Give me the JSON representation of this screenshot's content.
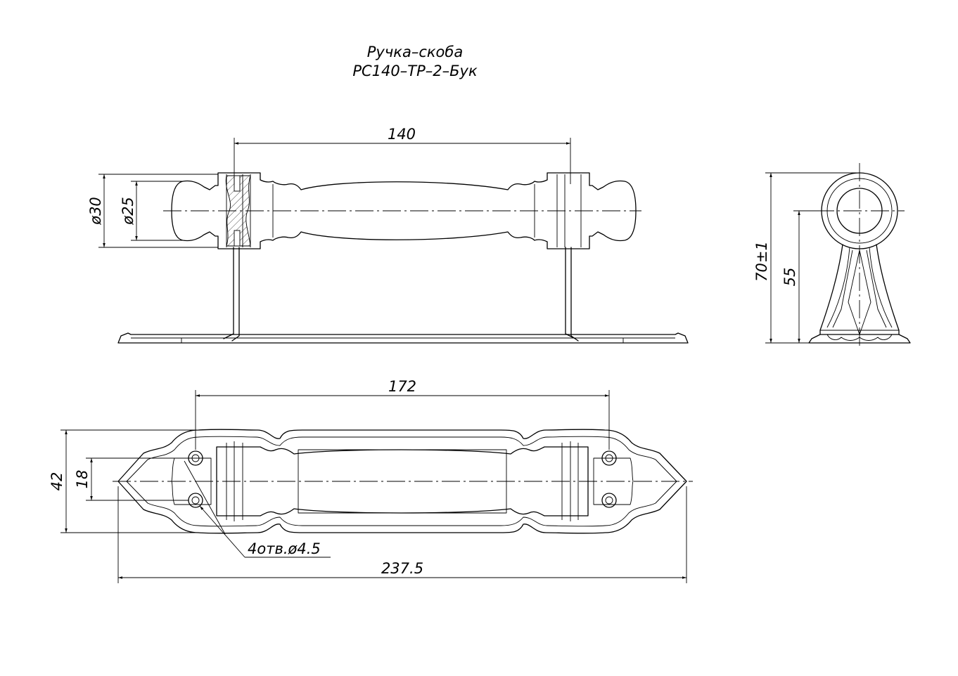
{
  "title": {
    "line1": "Ручка–скоба",
    "line2": "РС140–ТР–2–Бук"
  },
  "dimensions": {
    "side_length": "140",
    "side_diameter_outer": "ø30",
    "side_diameter_inner": "ø25",
    "end_height_total": "70±1",
    "end_height_axis": "55",
    "top_center_distance": "172",
    "top_width": "42",
    "top_hole_spacing": "18",
    "top_holes": "4отв.ø4.5",
    "top_overall_length": "237.5"
  }
}
